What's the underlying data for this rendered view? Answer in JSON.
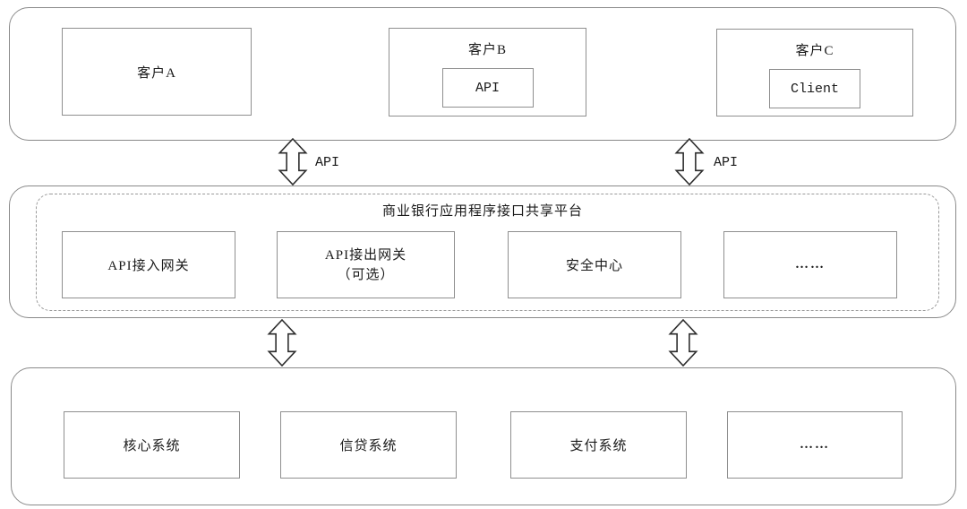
{
  "clients_layer": {
    "client_a": {
      "label": "客户A"
    },
    "client_b": {
      "label": "客户B",
      "inner": "API"
    },
    "client_c": {
      "label": "客户C",
      "inner": "Client"
    }
  },
  "connectors": {
    "top_left_label": "API",
    "top_right_label": "API"
  },
  "platform_layer": {
    "title": "商业银行应用程序接口共享平台",
    "boxes": [
      {
        "label": "API接入网关"
      },
      {
        "label": "API接出网关",
        "sublabel": "（可选）"
      },
      {
        "label": "安全中心"
      },
      {
        "label": "……"
      }
    ]
  },
  "systems_layer": {
    "boxes": [
      {
        "label": "核心系统"
      },
      {
        "label": "信贷系统"
      },
      {
        "label": "支付系统"
      },
      {
        "label": "……"
      }
    ]
  }
}
